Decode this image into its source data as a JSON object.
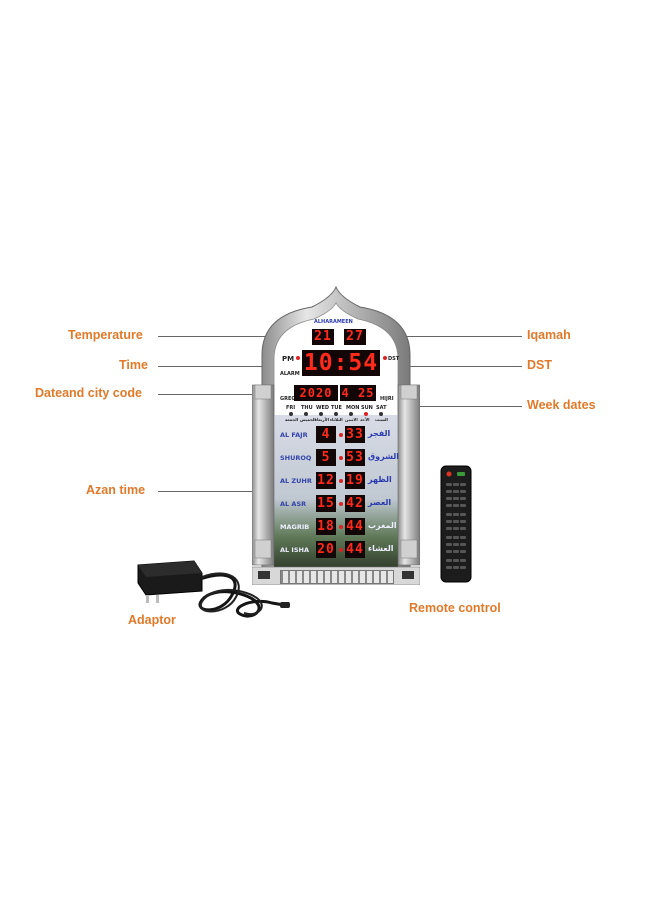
{
  "labels": {
    "temperature": "Temperature",
    "time": "Time",
    "date_city": "Dateand city code",
    "azan_time": "Azan time",
    "iqamah": "Iqamah",
    "dst": "DST",
    "week_dates": "Week dates",
    "adaptor": "Adaptor",
    "remote": "Remote control"
  },
  "clock": {
    "brand": "ALHARAMEEN",
    "temperature": "21",
    "iqamah": "27",
    "period": "PM",
    "alarm": "ALARM",
    "dst": "DST",
    "time": "10:54",
    "date_year": "2020",
    "date_md": "4 25",
    "greg": "GREG",
    "hijri": "HIJRI",
    "weekdays": [
      "FRI",
      "THU",
      "WED",
      "TUE",
      "MON",
      "SUN",
      "SAT"
    ],
    "weekdays_ar": [
      "الجمعة",
      "الخميس",
      "الأربعاء",
      "الثلاثاء",
      "الاثنين",
      "الأحد",
      "السبت"
    ],
    "prayers": [
      {
        "en": "AL FAJR",
        "ar": "الفجر",
        "hour": "4",
        "minute": "33"
      },
      {
        "en": "SHUROQ",
        "ar": "الشروق",
        "hour": "5",
        "minute": "53"
      },
      {
        "en": "AL ZUHR",
        "ar": "الظهر",
        "hour": "12",
        "minute": "19"
      },
      {
        "en": "AL ASR",
        "ar": "العصر",
        "hour": "15",
        "minute": "42"
      },
      {
        "en": "MAGRIB",
        "ar": "المغرب",
        "hour": "18",
        "minute": "44"
      },
      {
        "en": "AL ISHA",
        "ar": "العشاء",
        "hour": "20",
        "minute": "44"
      }
    ]
  }
}
